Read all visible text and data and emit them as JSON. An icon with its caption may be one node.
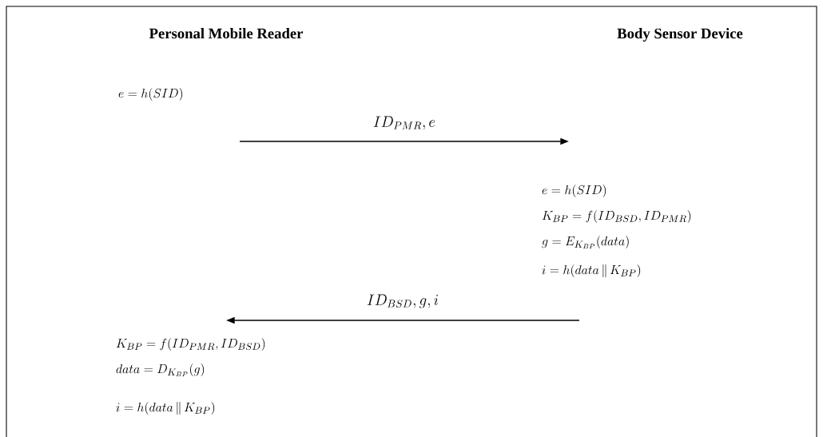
{
  "diagram": {
    "nodes": [
      {
        "text": [
          "Personal Mobile Reader"
        ]
      },
      {
        "text": [
          "Body Sensor Device"
        ]
      },
      {
        "text": [
          "e = h(SID)"
        ]
      },
      {
        "text": [
          "e = h(SID)",
          "K_{BP} = f(ID_{BSD}, ID_{PMR})",
          "g = E_{K_{BP}}(data)",
          "i = h(data \\,\\|\\, K_{BP})"
        ]
      },
      {
        "text": [
          "K_{BP} = f(ID_{PMR}, ID_{BSD})",
          "data = D_{K_{BP}}(g)",
          "i = h(data \\,\\|\\, K_{BP})"
        ]
      }
    ],
    "edges": [
      {
        "from": null,
        "to": 3,
        "arrow": "to",
        "label": "ID_{PMR}, e"
      },
      {
        "from": 3,
        "to": 4,
        "arrow": "to",
        "label": "ID_{BSD}, g, i"
      }
    ]
  }
}
